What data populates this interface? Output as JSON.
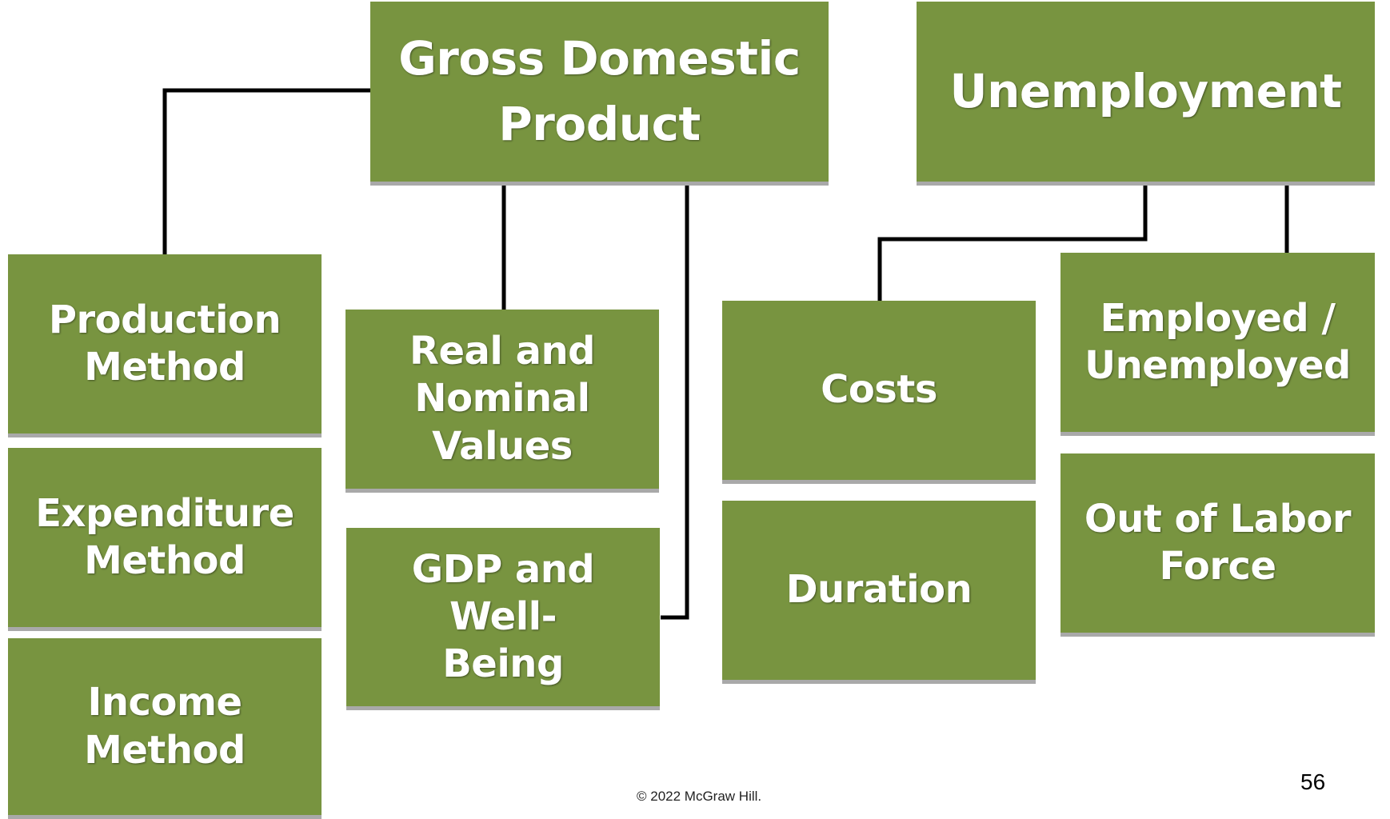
{
  "diagram": {
    "gdp": {
      "lines": [
        "Gross Domestic",
        "Product"
      ]
    },
    "unemployment": {
      "lines": [
        "Unemployment"
      ]
    },
    "gdp_children": {
      "production": {
        "lines": [
          "Production",
          "Method"
        ]
      },
      "expenditure": {
        "lines": [
          "Expenditure",
          "Method"
        ]
      },
      "income": {
        "lines": [
          "Income",
          "Method"
        ]
      },
      "real_nominal": {
        "lines": [
          "Real and",
          "Nominal",
          "Values"
        ]
      },
      "wellbeing": {
        "lines": [
          "GDP and Well-",
          "Being"
        ]
      }
    },
    "unemployment_children": {
      "costs": {
        "lines": [
          "Costs"
        ]
      },
      "duration": {
        "lines": [
          "Duration"
        ]
      },
      "employed": {
        "lines": [
          "Employed /",
          "Unemployed"
        ]
      },
      "out_of_labor": {
        "lines": [
          "Out of Labor",
          "Force"
        ]
      }
    }
  },
  "footer": {
    "copyright": "© 2022 McGraw Hill.",
    "page_number": "56"
  },
  "colors": {
    "box_fill": "#789440",
    "box_shadow": "#a9a9a9",
    "connector": "#000000",
    "text": "#ffffff"
  }
}
